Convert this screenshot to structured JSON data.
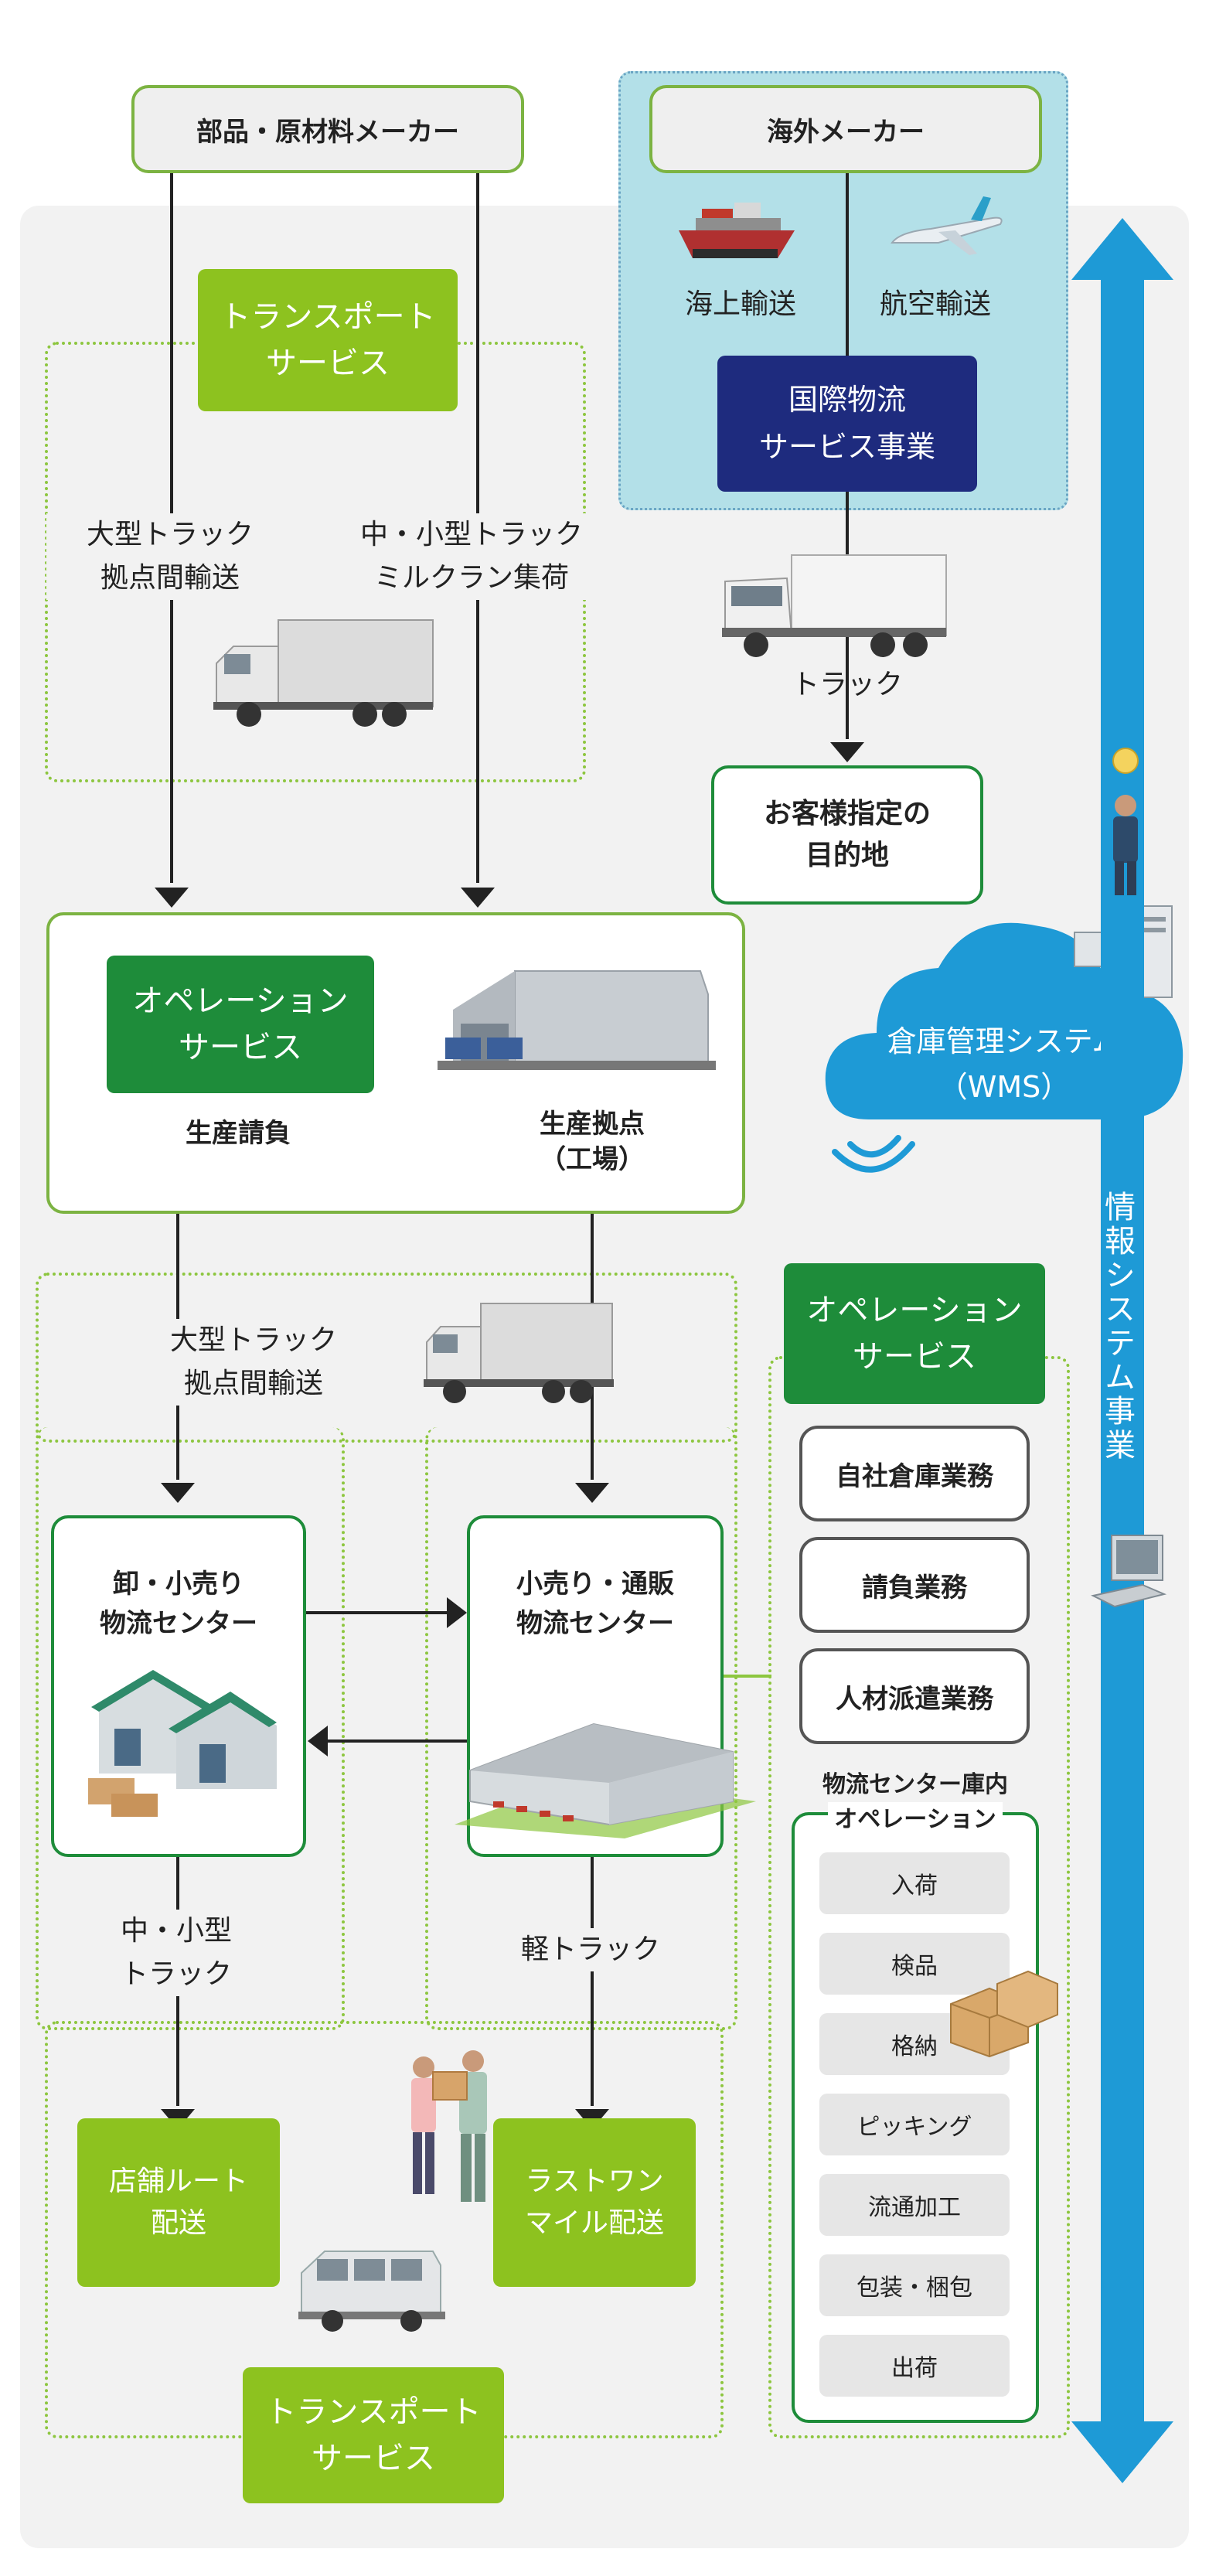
{
  "suppliers": {
    "domestic": "部品・原材料メーカー",
    "overseas": "海外メーカー"
  },
  "overseas": {
    "sea": "海上輸送",
    "air": "航空輸送",
    "intl_service": [
      "国際物流",
      "サービス事業"
    ],
    "truck": "トラック",
    "destination": [
      "お客様指定の",
      "目的地"
    ]
  },
  "transport_top": {
    "title": [
      "トランスポート",
      "サービス"
    ],
    "large_truck": [
      "大型トラック",
      "拠点間輸送"
    ],
    "milk_run": [
      "中・小型トラック",
      "ミルクラン集荷"
    ]
  },
  "production": {
    "operation_service": [
      "オペレーション",
      "サービス"
    ],
    "contract": "生産請負",
    "factory": [
      "生産拠点",
      "（工場）"
    ]
  },
  "mid_transport": {
    "large_truck": [
      "大型トラック",
      "拠点間輸送"
    ]
  },
  "centers": {
    "wholesale": [
      "卸・小売り",
      "物流センター"
    ],
    "retail": [
      "小売り・通販",
      "物流センター"
    ]
  },
  "operation_right": {
    "title": [
      "オペレーション",
      "サービス"
    ],
    "tasks": [
      "自社倉庫業務",
      "請負業務",
      "人材派遣業務"
    ],
    "inner_title": [
      "物流センター庫内",
      "オペレーション"
    ],
    "steps": [
      "入荷",
      "検品",
      "格納",
      "ピッキング",
      "流通加工",
      "包装・梱包",
      "出荷"
    ]
  },
  "bottom": {
    "mid_small_truck": [
      "中・小型",
      "トラック"
    ],
    "light_truck": "軽トラック",
    "store_route": [
      "店舗ルート",
      "配送"
    ],
    "last_mile": [
      "ラストワン",
      "マイル配送"
    ],
    "transport_title": [
      "トランスポート",
      "サービス"
    ]
  },
  "wms": {
    "title": "倉庫管理システム",
    "abbr": "（WMS）"
  },
  "info_system": "情報システム事業",
  "colors": {
    "light_green": "#8dc21f",
    "dark_green": "#1e8c3a",
    "navy": "#1e2b7e",
    "blue": "#1e9ad6",
    "overseas_bg": "#b3e0e8"
  }
}
